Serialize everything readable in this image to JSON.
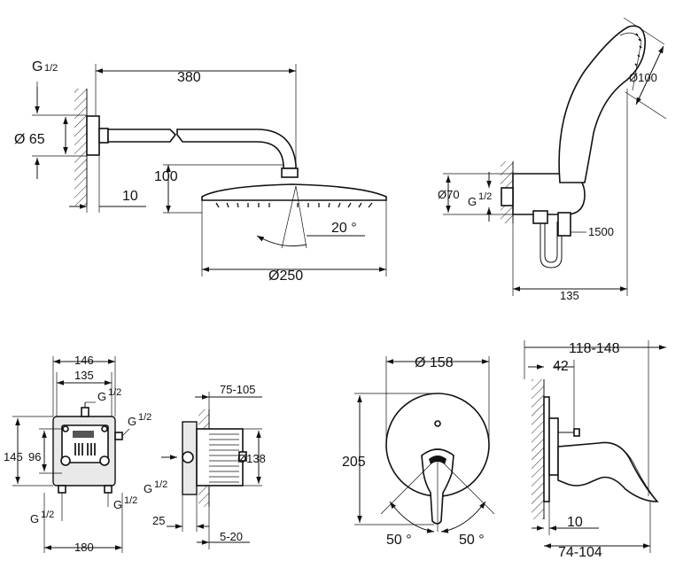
{
  "head_shower": {
    "thread": "G",
    "thread_frac": "1/2",
    "flange_dia": "Ø 65",
    "arm_length": "380",
    "drop": "100",
    "wall_depth": "10",
    "tilt": "20 °",
    "head_dia": "Ø250"
  },
  "hand_shower": {
    "head_dia": "Ø100",
    "elbow_dia": "Ø70",
    "thread": "G",
    "thread_frac": "1/2",
    "hose": "1500",
    "projection": "135"
  },
  "box": {
    "w146": "146",
    "w135": "135",
    "g_top": "G",
    "g_top_frac": "1/2",
    "g_right": "G",
    "g_right_frac": "1/2",
    "h145": "145",
    "h96": "96",
    "g_bl": "G",
    "g_bl_frac": "1/2",
    "g_br": "G",
    "g_br_frac": "1/2",
    "w180": "180"
  },
  "box_side": {
    "depth": "75-105",
    "dia": "Ø138",
    "g": "G",
    "g_frac": "1/2",
    "d25": "25",
    "d520": "5-20"
  },
  "mixer_front": {
    "dia": "Ø 158",
    "height": "205",
    "angle_l": "50 °",
    "angle_r": "50 °"
  },
  "mixer_side": {
    "total": "118-148",
    "d42": "42",
    "d10": "10",
    "d74": "74-104"
  }
}
